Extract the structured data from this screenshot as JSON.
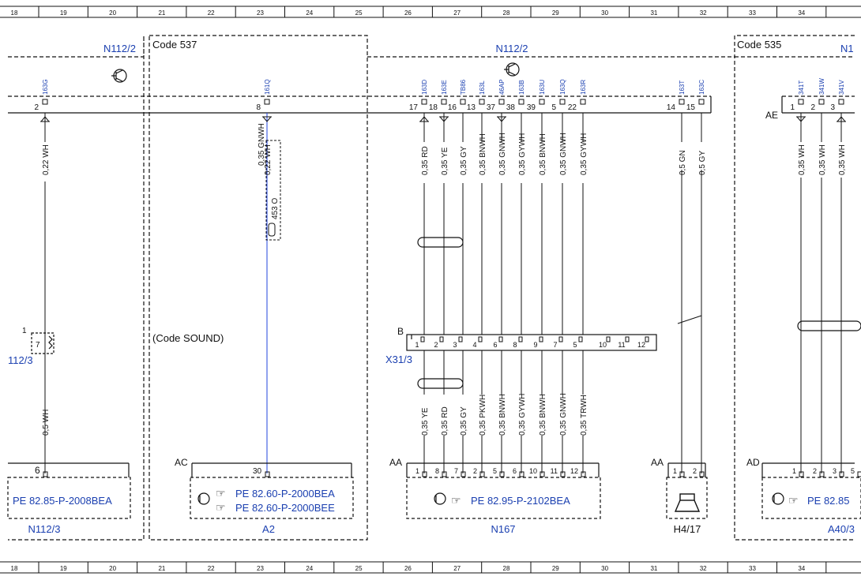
{
  "grid_numbers": [
    "18",
    "19",
    "20",
    "21",
    "22",
    "23",
    "24",
    "25",
    "26",
    "27",
    "28",
    "29",
    "30",
    "31",
    "32",
    "33",
    "34"
  ],
  "boxes": {
    "n112_2_left": "N112/2",
    "code537": "Code 537",
    "n112_2_mid": "N112/2",
    "code535": "Code 535",
    "n1_right": "N1"
  },
  "code_sound": "(Code SOUND)",
  "top_pins": [
    "2",
    "8",
    "17",
    "18",
    "16",
    "13",
    "37",
    "38",
    "39",
    "5",
    "22",
    "14",
    "15",
    "1",
    "2",
    "3"
  ],
  "top_wire_ids": [
    "163G",
    "161Q",
    "163D",
    "163E",
    "TB86",
    "163L",
    "46AP",
    "163B",
    "163U",
    "163Q",
    "163R",
    "163T",
    "163C",
    "341T",
    "341W",
    "341V"
  ],
  "top_wires": [
    "0,22 WH",
    "0,22 WH",
    "0,35 RD",
    "0,35 YE",
    "0,35 GY",
    "0,35 BNWH",
    "0,35 GNWH",
    "0,35 GYWH",
    "0,35 BNWH",
    "0,35 GNWH",
    "0,35 GYWH",
    "0,5 GN",
    "0,5 GY",
    "0,35 WH",
    "0,35 WH",
    "0,35 WH"
  ],
  "shield_wire": {
    "a": "0,35 GNWH",
    "b": "453 O"
  },
  "connector_left": {
    "pin1": "1",
    "pin7": "7",
    "label": "112/3"
  },
  "x31": {
    "b": "B",
    "label": "X31/3",
    "pins": [
      "1",
      "2",
      "3",
      "4",
      "6",
      "8",
      "9",
      "7",
      "5",
      "10",
      "11",
      "12"
    ]
  },
  "bottom_wires": [
    "0,5 WH",
    "0,35 YE",
    "0,35 RD",
    "0,35 GY",
    "0,35 PKWH",
    "0,35 BNWH",
    "0,35 GYWH",
    "0,35 BNWH",
    "0,35 GNWH",
    "0,35 TRWH"
  ],
  "ae_label": "AE",
  "h_right_label": "AA",
  "components": {
    "n112_3": {
      "pin": "6",
      "pe": "PE 82.85-P-2008BEA",
      "name": "N112/3"
    },
    "a2": {
      "conn": "AC",
      "pin": "30",
      "pe1": "PE 82.60-P-2000BEA",
      "pe2": "PE 82.60-P-2000BEE",
      "name": "A2"
    },
    "n167": {
      "conn": "AA",
      "pins": [
        "1",
        "8",
        "7",
        "2",
        "5",
        "6",
        "10",
        "11",
        "12"
      ],
      "pe": "PE 82.95-P-2102BEA",
      "name": "N167"
    },
    "h4_17": {
      "conn": "AA",
      "pins": [
        "1",
        "2"
      ],
      "name": "H4/17"
    },
    "a40_3": {
      "conn": "AD",
      "pins": [
        "1",
        "2",
        "3",
        "5"
      ],
      "pe": "PE 82.85",
      "name": "A40/3"
    }
  },
  "colors": {
    "wire_blue": "#2244dd",
    "label_blue": "#1a3fb0",
    "line": "#111111"
  }
}
